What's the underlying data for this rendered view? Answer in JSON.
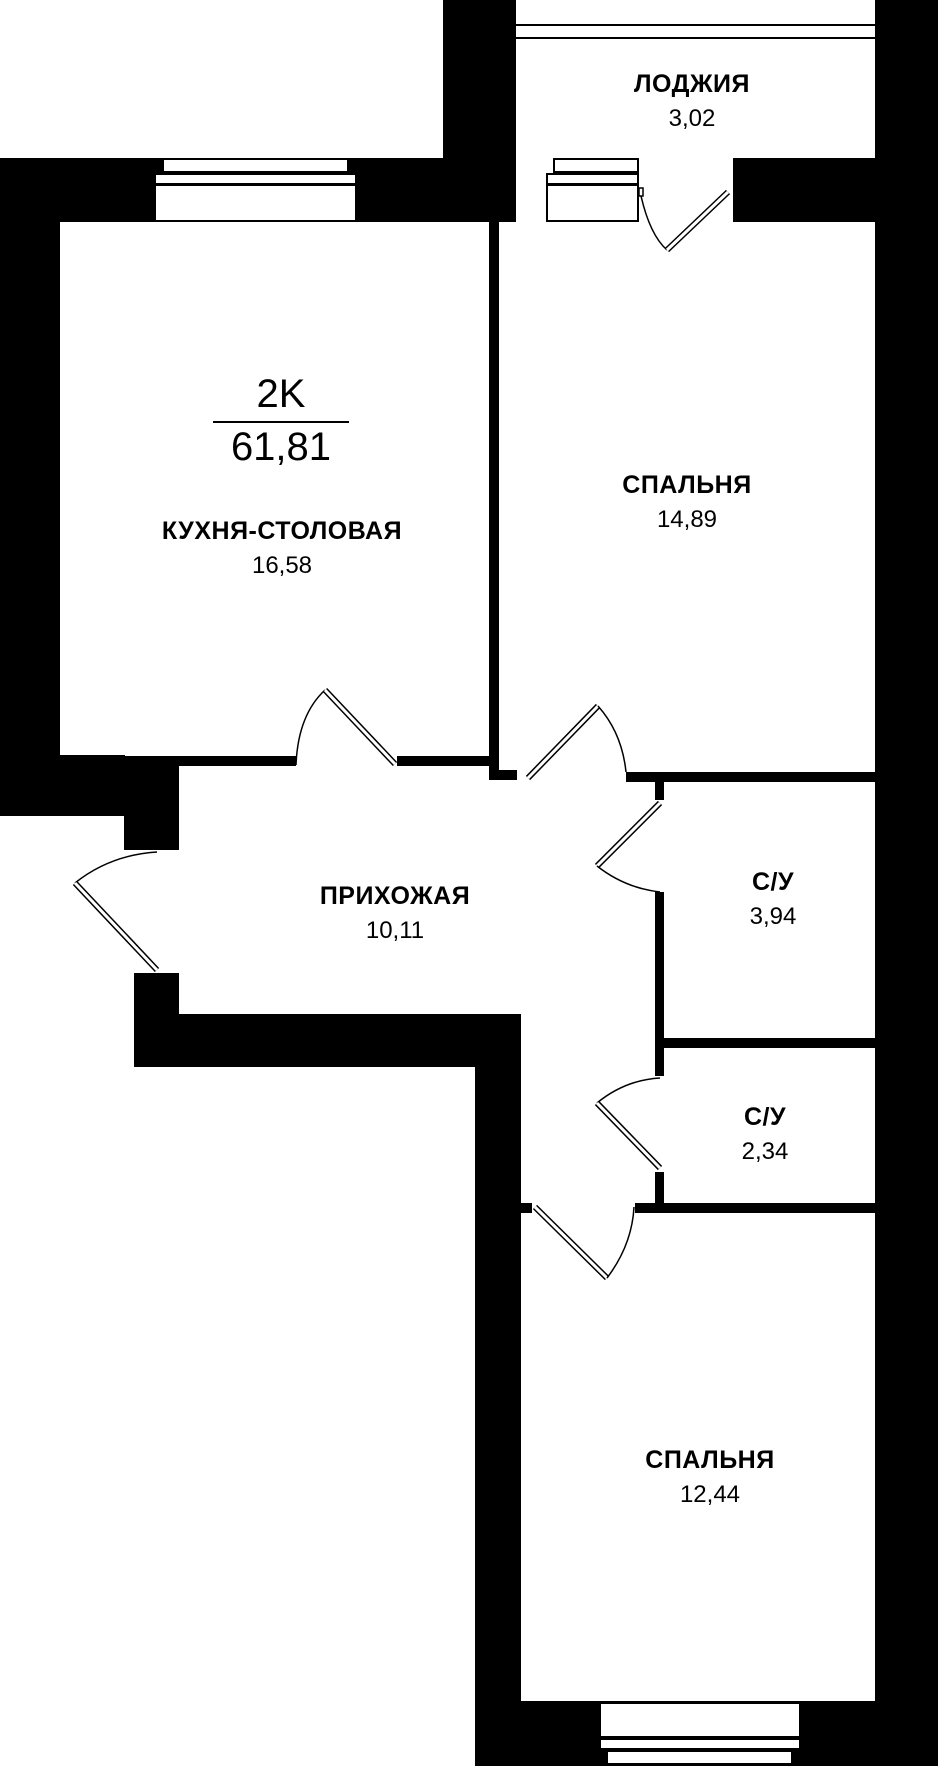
{
  "apartment": {
    "type": "2K",
    "total_area": "61,81"
  },
  "rooms": [
    {
      "id": "loggia",
      "name": "ЛОДЖИЯ",
      "area": "3,02"
    },
    {
      "id": "kitchen",
      "name": "КУХНЯ-СТОЛОВАЯ",
      "area": "16,58"
    },
    {
      "id": "bedroom1",
      "name": "СПАЛЬНЯ",
      "area": "14,89"
    },
    {
      "id": "hallway",
      "name": "ПРИХОЖАЯ",
      "area": "10,11"
    },
    {
      "id": "bathroom1",
      "name": "С/У",
      "area": "3,94"
    },
    {
      "id": "bathroom2",
      "name": "С/У",
      "area": "2,34"
    },
    {
      "id": "bedroom2",
      "name": "СПАЛЬНЯ",
      "area": "12,44"
    }
  ],
  "colors": {
    "wall": "#000000",
    "background": "#ffffff"
  }
}
